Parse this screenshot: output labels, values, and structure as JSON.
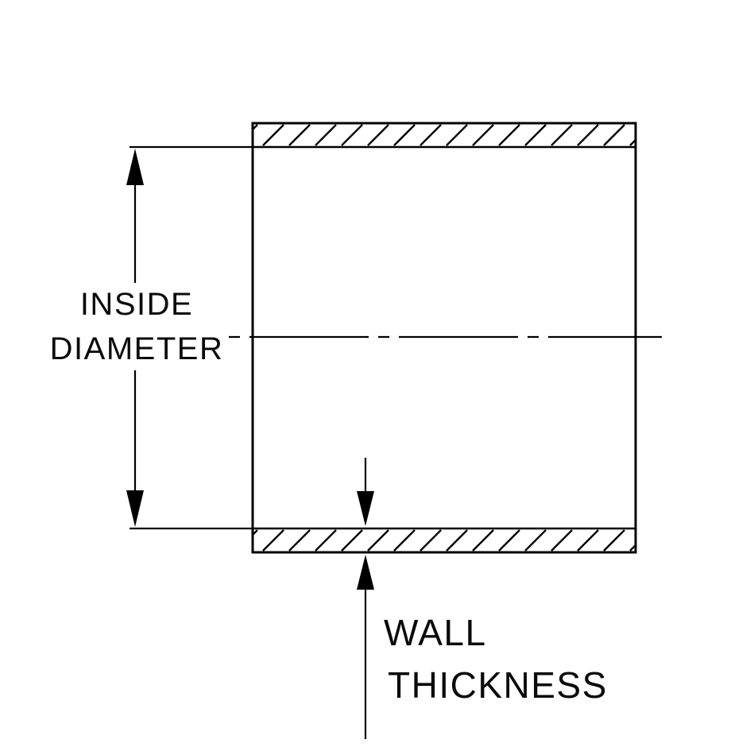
{
  "diagram": {
    "type": "engineering-cross-section",
    "subject": "tube cross section with dimension callouts",
    "colors": {
      "line": "#000000",
      "background": "#ffffff"
    },
    "labels": {
      "inside_diameter": [
        "INSIDE",
        "DIAMETER"
      ],
      "wall_thickness": [
        "WALL",
        "THICKNESS"
      ]
    }
  }
}
